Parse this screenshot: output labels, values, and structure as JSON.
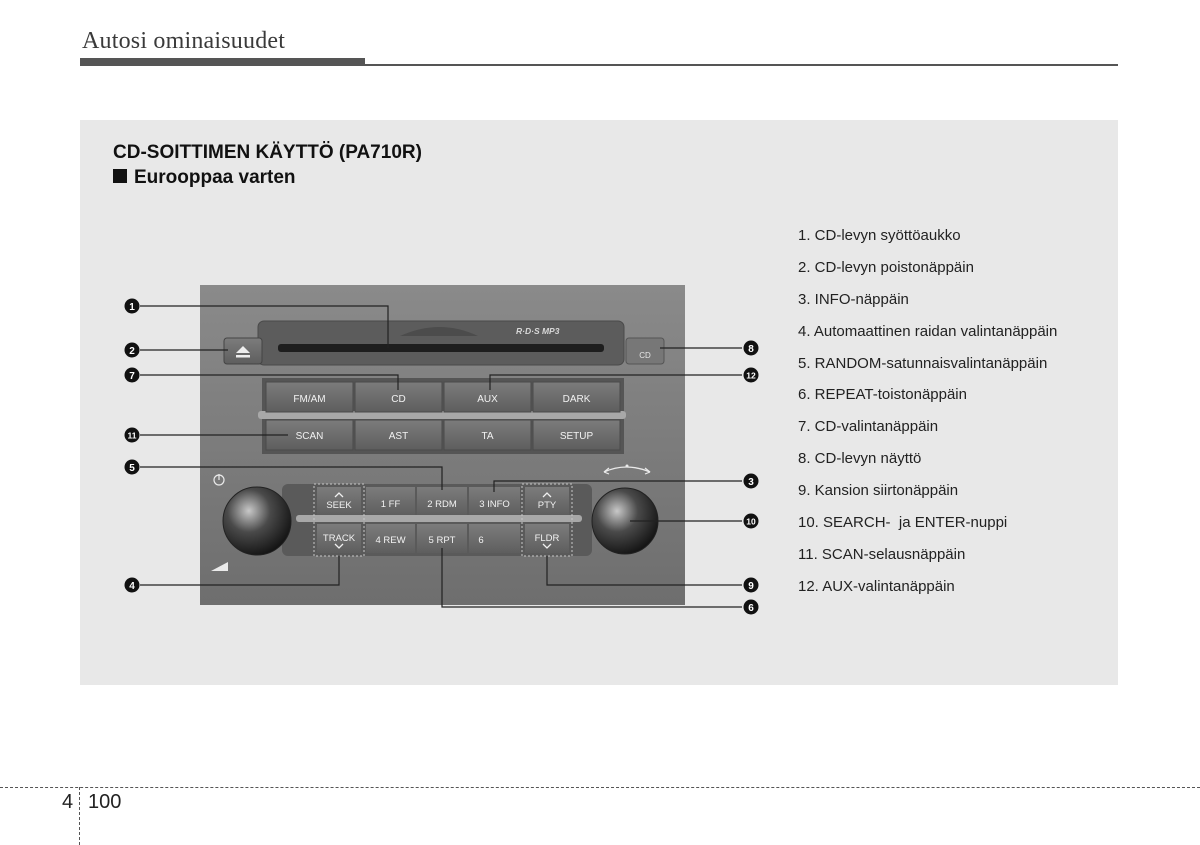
{
  "header": {
    "title": "Autosi ominaisuudet"
  },
  "section": {
    "title": "CD-SOITTIMEN KÄYTTÖ (PA710R)",
    "subtitle": "Eurooppaa varten"
  },
  "radio": {
    "logo": "R·D·S MP3",
    "cd_indicator": "CD",
    "buttons_row1": [
      "FM/AM",
      "CD",
      "AUX",
      "DARK"
    ],
    "buttons_row2": [
      "SCAN",
      "AST",
      "TA",
      "SETUP"
    ],
    "strip_top": [
      "SEEK",
      "1  FF",
      "2 RDM",
      "3 INFO",
      "PTY"
    ],
    "strip_bottom": [
      "TRACK",
      "4 REW",
      "5  RPT",
      "6",
      "FLDR"
    ]
  },
  "callouts": [
    "1",
    "2",
    "7",
    "11",
    "5",
    "4",
    "8",
    "12",
    "3",
    "10",
    "9",
    "6"
  ],
  "legend": [
    "1. CD-levyn syöttöaukko",
    "2. CD-levyn poistonäppäin",
    "3. INFO-näppäin",
    "4. Automaattinen raidan valintanäppäin",
    "5. RANDOM-satunnaisvalintanäppäin",
    "6. REPEAT-toistonäppäin",
    "7. CD-valintanäppäin",
    "8. CD-levyn näyttö",
    "9. Kansion siirtonäppäin",
    "10. SEARCH-  ja ENTER-nuppi",
    "11. SCAN-selausnäppäin",
    "12. AUX-valintanäppäin"
  ],
  "footer": {
    "chapter": "4",
    "page": "100"
  },
  "colors": {
    "panel": "#e8e8e8",
    "radio_face": "#7a7a7a",
    "button": "#6a6a6a",
    "callout": "#111111"
  }
}
